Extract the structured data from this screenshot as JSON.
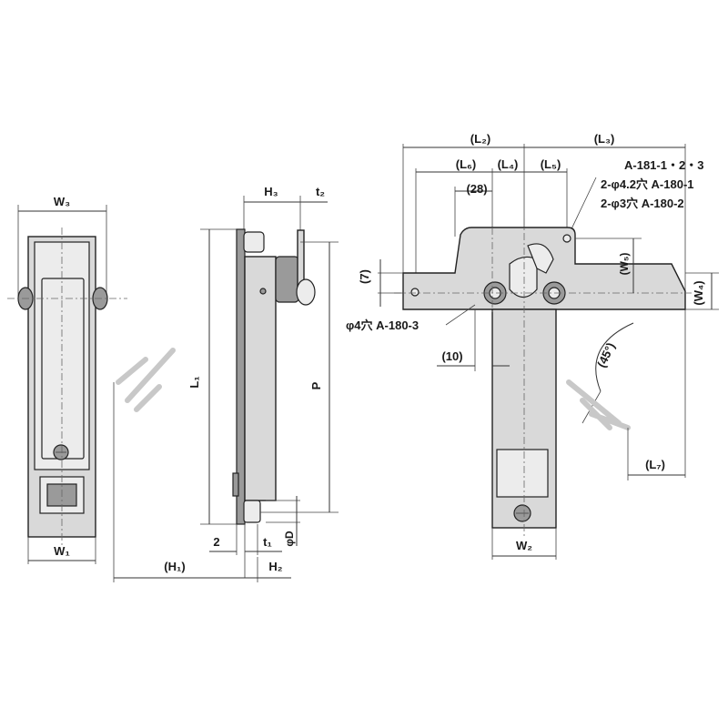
{
  "labels": {
    "w3": "W₃",
    "w1": "W₁",
    "h3": "H₃",
    "t2": "t₂",
    "l1": "L₁",
    "p": "P",
    "dim2": "2",
    "t1": "t₁",
    "phiD": "φD",
    "h1": "(H₁)",
    "h2": "H₂",
    "l2": "(L₂)",
    "l3": "(L₃)",
    "l6": "(L₆)",
    "l4": "(L₄)",
    "l5": "(L₅)",
    "dim28": "(28)",
    "w5": "(W₅)",
    "w4": "(W₄)",
    "dim7": "(7)",
    "dim10": "(10)",
    "angle45": "(45°)",
    "l7": "(L₇)",
    "w2": "W₂",
    "hole4": "φ4穴 A-180-3",
    "note1": "A-181-1・2・3",
    "note2": "2-φ4.2穴 A-180-1",
    "note3": "2-φ3穴 A-180-2"
  }
}
